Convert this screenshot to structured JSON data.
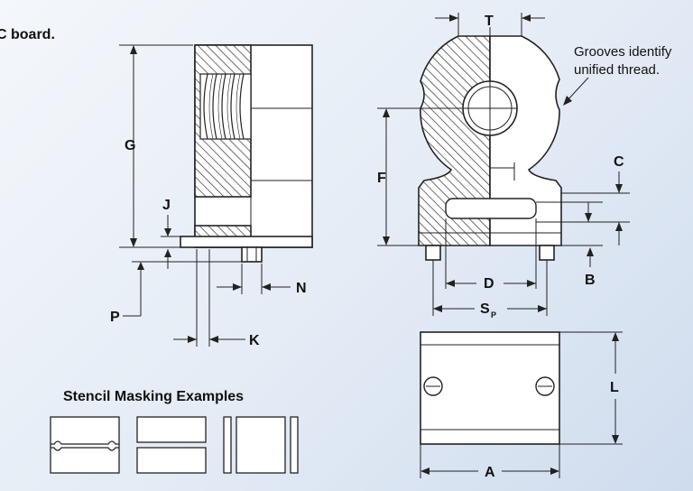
{
  "page": {
    "caption_fragment": "C board."
  },
  "labels": {
    "G": "G",
    "J": "J",
    "P": "P",
    "K": "K",
    "N": "N",
    "T": "T",
    "F": "F",
    "C": "C",
    "D": "D",
    "S": "S",
    "S_sub": "P",
    "B": "B",
    "L": "L",
    "A": "A"
  },
  "annotation": {
    "grooves_line1": "Grooves identify",
    "grooves_line2": "unified thread."
  },
  "stencil": {
    "heading": "Stencil Masking Examples"
  }
}
